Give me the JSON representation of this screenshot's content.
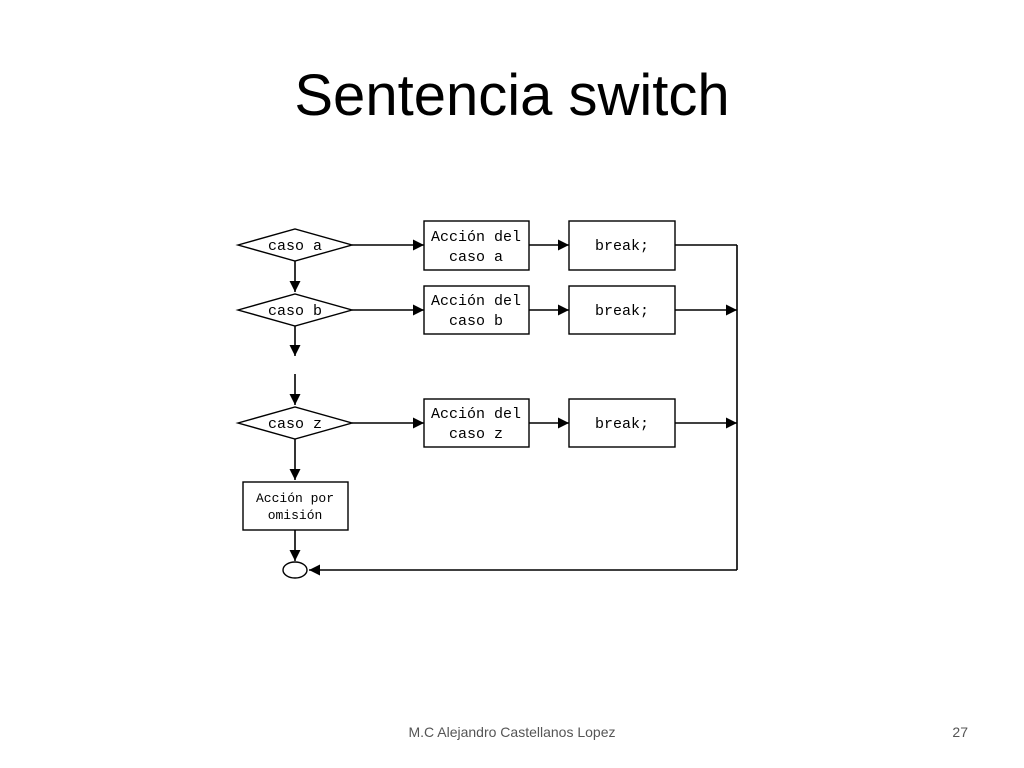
{
  "slide": {
    "title": "Sentencia switch",
    "footer": "M.C Alejandro Castellanos Lopez",
    "page_number": "27"
  },
  "diagram": {
    "decisions": [
      "caso a",
      "caso b",
      "caso z"
    ],
    "actions": [
      [
        "Acción del",
        "caso a"
      ],
      [
        "Acción del",
        "caso b"
      ],
      [
        "Acción del",
        "caso z"
      ]
    ],
    "break_label": "break;",
    "default_action": [
      "Acción por",
      "omisión"
    ]
  }
}
